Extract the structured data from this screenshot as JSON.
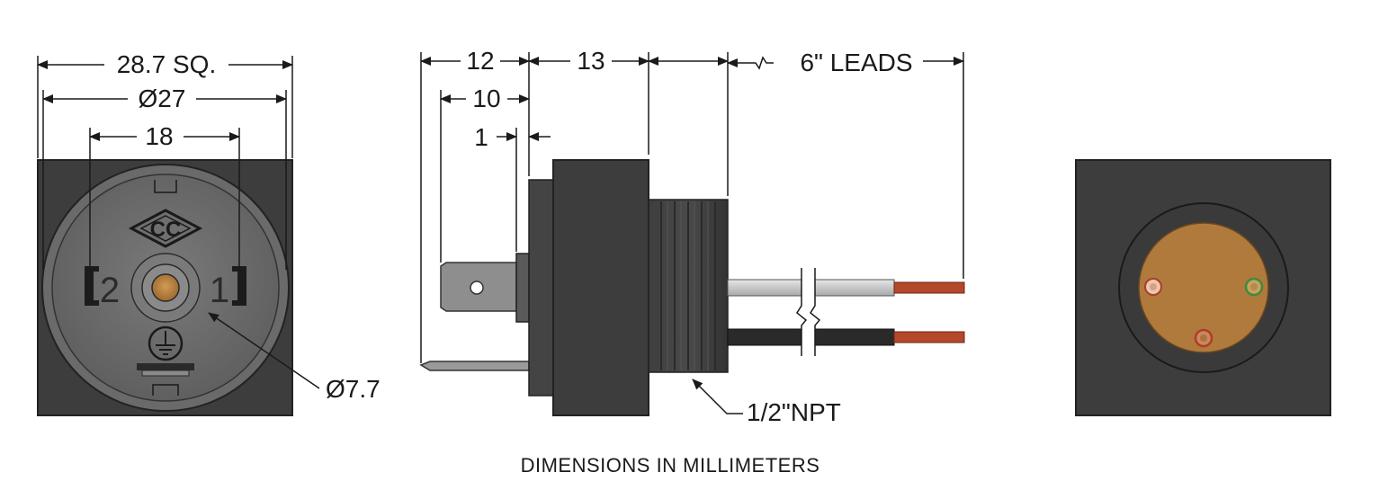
{
  "dimensions": {
    "front_square": "28.7 SQ.",
    "front_diameter": "Ø27",
    "front_pin_spacing": "18",
    "center_hole": "Ø7.7",
    "side_12": "12",
    "side_10": "10",
    "side_1": "1",
    "side_13": "13",
    "leads": "6\" LEADS",
    "thread": "1/2\"NPT"
  },
  "front_view": {
    "pin_left_label": "2",
    "pin_right_label": "1",
    "logo_text": "CC"
  },
  "caption": "DIMENSIONS IN MILLIMETERS",
  "colors": {
    "body_dark": "#3a3a3a",
    "face_gray": "#6b6b6b",
    "copper_lead": "#b5472a",
    "contact_brass": "#b07a3c",
    "lead_gray": "#c9c9c9",
    "lead_black": "#2a2a2a",
    "ring_green": "#3f8a3a",
    "ring_red": "#b23a2a"
  }
}
